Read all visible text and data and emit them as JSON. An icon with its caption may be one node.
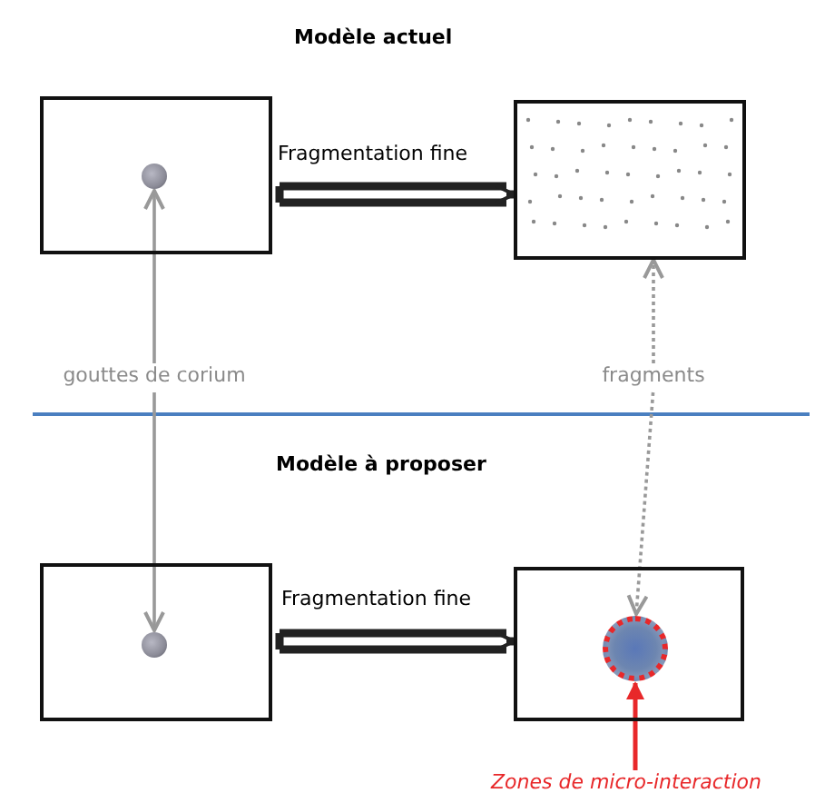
{
  "diagram": {
    "nodes": [
      {
        "text": [],
        "shape": "box"
      },
      {
        "text": [],
        "shape": "circle",
        "in": 0
      },
      {
        "text": [],
        "shape": "box"
      },
      {
        "text": [
          "gouttes de corium"
        ]
      },
      {
        "text": [
          "fragments"
        ]
      },
      {
        "text": [],
        "shape": "box"
      },
      {
        "text": [],
        "shape": "circle",
        "in": 5
      },
      {
        "text": [],
        "shape": "box"
      },
      {
        "text": [],
        "shape": "circle",
        "in": 7
      },
      {
        "text": [
          "Zones de micro-interaction"
        ]
      }
    ],
    "edges": [
      {
        "from": 0,
        "to": 2,
        "arrow": "to",
        "label": "Fragmentation fine",
        "style": "thick",
        "color": "#222222"
      },
      {
        "from": 3,
        "to": 1,
        "arrow": "to"
      },
      {
        "from": 3,
        "to": 6,
        "arrow": "to"
      },
      {
        "from": 4,
        "to": 2,
        "arrow": "to",
        "style": "dashed"
      },
      {
        "from": 4,
        "to": 8,
        "arrow": "to",
        "style": "dashed"
      },
      {
        "from": 5,
        "to": 7,
        "arrow": "to",
        "label": "Fragmentation fine",
        "style": "thick",
        "color": "#222222"
      },
      {
        "from": 9,
        "to": 8,
        "arrow": "to",
        "color": "#e8282a"
      }
    ],
    "labels": [
      "Modèle actuel",
      "Modèle à proposer"
    ]
  }
}
